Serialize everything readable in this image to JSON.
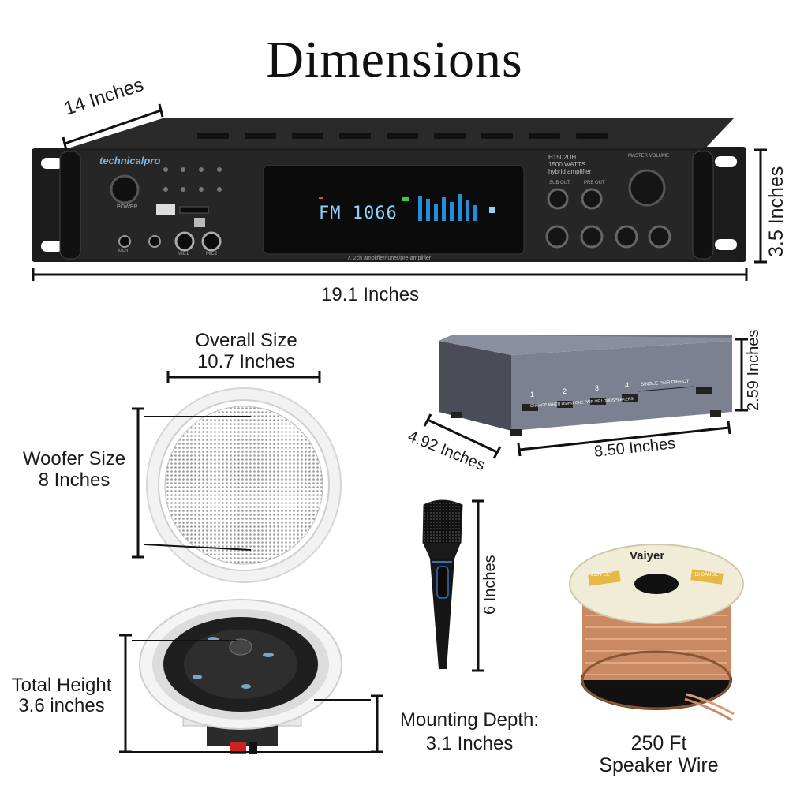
{
  "title": "Dimensions",
  "amplifier": {
    "depth_label": "14 Inches",
    "height_label": "3.5 Inches",
    "width_label": "19.1 Inches",
    "brand": "technicalpro",
    "model_line1": "H1502UH",
    "model_line2": "1500 WATTS",
    "model_line3": "hybrid amplifier",
    "display_text": "FM 1066",
    "footer_text": "7. 2ch amplifier/tuner/pre-amplifier",
    "power_label": "POWER",
    "master_volume_label": "MASTER VOLUME",
    "sub_out_label": "SUB OUT",
    "pre_out_label": "PRE OUT",
    "mic1_label": "MIC1",
    "mic2_label": "MIC2",
    "mp3_label": "MP3"
  },
  "speaker_front": {
    "overall_line1": "Overall Size",
    "overall_line2": "10.7 Inches",
    "woofer_line1": "Woofer Size",
    "woofer_line2": "8 Inches"
  },
  "speaker_side": {
    "height_line1": "Total Height",
    "height_line2": "3.6 inches",
    "depth_line1": "Mounting Depth:",
    "depth_line2": "3.1 Inches"
  },
  "selector": {
    "height_label": "2.59 Inches",
    "depth_label": "4.92 Inches",
    "width_label": "8.50 Inches",
    "front_text": "SINGLE PAIR DIRECT",
    "bottom_text": "ENGAGE WHEN USING ONE PAIR OF LOUDSPEAKERS",
    "buttons": [
      "1",
      "2",
      "3",
      "4"
    ]
  },
  "microphone": {
    "length_label": "6 Inches"
  },
  "wire": {
    "brand": "Vaiyer",
    "badge_left": "250 FEET",
    "badge_right": "16 GAUGE",
    "caption_line1": "250 Ft",
    "caption_line2": "Speaker Wire"
  }
}
